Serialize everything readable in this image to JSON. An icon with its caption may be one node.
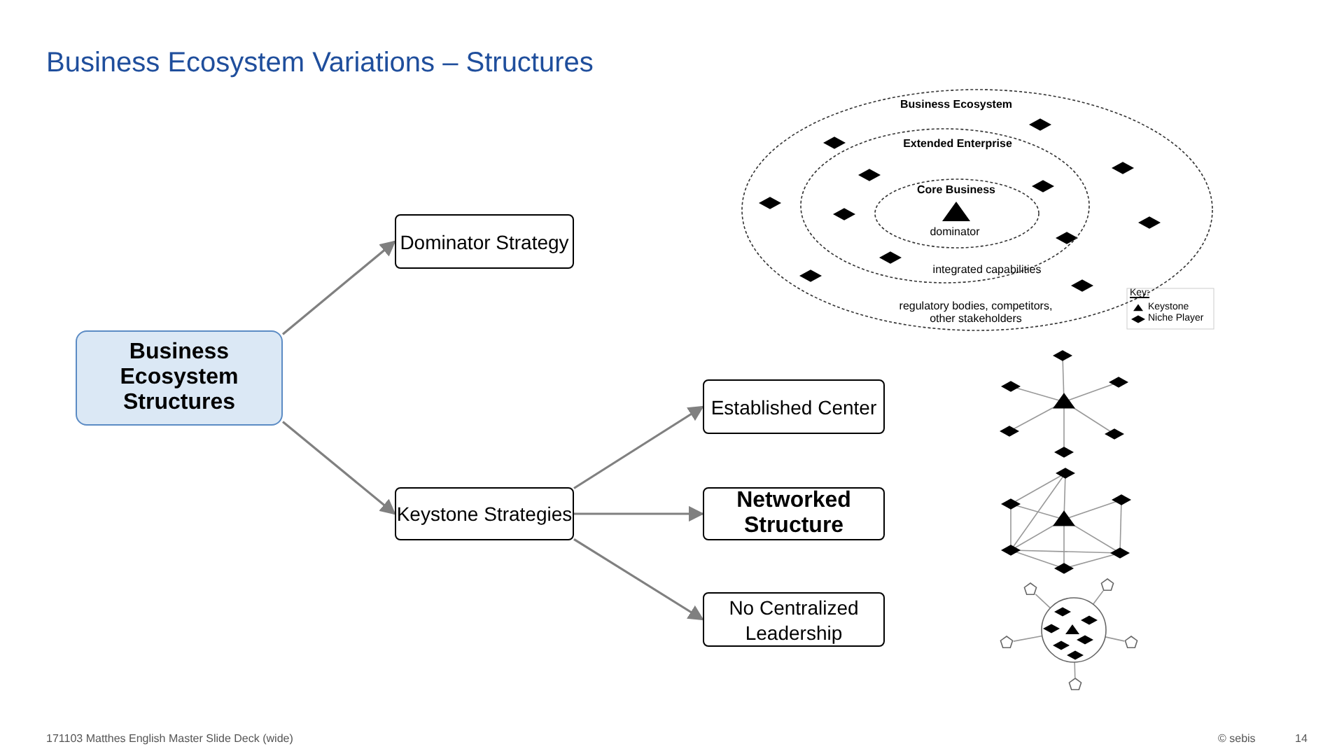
{
  "diagram": {
    "title": "Business Ecosystem Variations – Structures",
    "nodes": [
      {
        "text": [
          "Business Ecosystem Structures"
        ]
      },
      {
        "text": [
          "Dominator Strategy"
        ]
      },
      {
        "text": [
          "Keystone Strategies"
        ]
      },
      {
        "text": [
          "Established Center"
        ]
      },
      {
        "text": [
          "Networked Structure"
        ]
      },
      {
        "text": [
          "No Centralized Leadership"
        ]
      },
      {
        "text": [
          "Business Ecosystem",
          "regulatory bodies, competitors, other stakeholders"
        ]
      },
      {
        "text": [
          "Extended Enterprise",
          "integrated capabilities"
        ],
        "in": 6
      },
      {
        "text": [
          "Core Business",
          "dominator"
        ],
        "in": 7
      }
    ],
    "edges": [
      {
        "from": 0,
        "to": 1,
        "arrow": "to"
      },
      {
        "from": 0,
        "to": 2,
        "arrow": "to"
      },
      {
        "from": 2,
        "to": 3,
        "arrow": "to"
      },
      {
        "from": 2,
        "to": 4,
        "arrow": "to"
      },
      {
        "from": 2,
        "to": 5,
        "arrow": "to"
      }
    ],
    "labels": [
      "Key:",
      "171103 Matthes English Master Slide Deck (wide)",
      "© sebis",
      "14"
    ],
    "legend": [
      {
        "text": "Keystone"
      },
      {
        "text": "Niche Player"
      }
    ]
  }
}
